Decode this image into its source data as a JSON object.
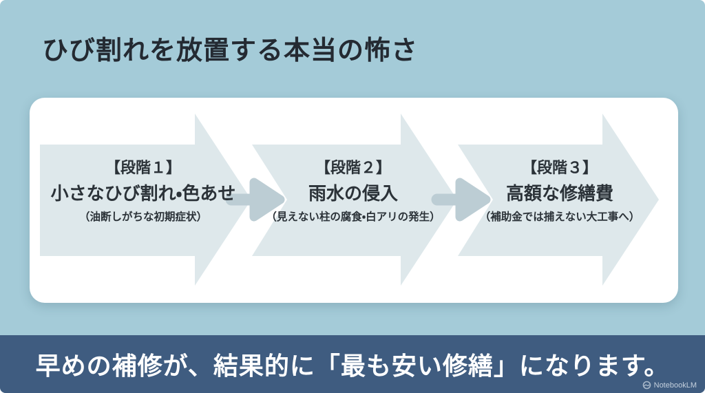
{
  "colors": {
    "background": "#a4cbd8",
    "card": "#ffffff",
    "arrow_fill": "#dee8eb",
    "connector_fill": "#bccdd4",
    "banner_bg": "#3f5c80",
    "title_text": "#242a32",
    "stage_text": "#2b3238",
    "banner_text": "#ffffff"
  },
  "header": {
    "title": "ひび割れを放置する本当の怖さ"
  },
  "process": {
    "stages": [
      {
        "label": "【段階１】",
        "heading": "小さなひび割れ・色あせ",
        "note": "（油断しがちな初期症状）"
      },
      {
        "label": "【段階２】",
        "heading": "雨水の侵入",
        "note": "（見えない柱の腐食・白アリの発生）"
      },
      {
        "label": "【段階３】",
        "heading": "高額な修繕費",
        "note": "（補助金では捕えない大工事へ）"
      }
    ]
  },
  "footer": {
    "message": "早めの補修が、結果的に「最も安い修繕」になります。"
  },
  "watermark": {
    "label": "NotebookLM"
  }
}
